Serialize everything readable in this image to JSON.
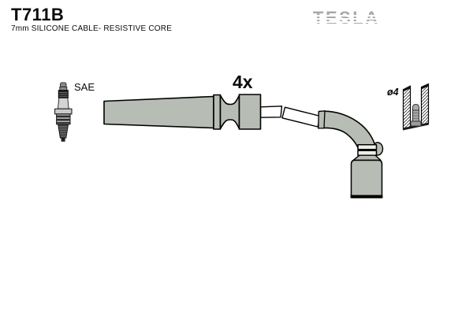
{
  "header": {
    "part_number": "T711B",
    "description": "7mm SILICONE CABLE- RESISTIVE CORE",
    "brand": "TESLA"
  },
  "diagram": {
    "spark_plug_label": "SAE",
    "quantity_label": "4x",
    "terminal_diameter_label": "ø4"
  },
  "colors": {
    "boot_gray": "#b7bcb4",
    "ring_fill": "#edeee9",
    "logo_gray": "#a9a9a9",
    "text_black": "#0a0a0a",
    "cable_white": "#ffffff",
    "plug_insulator": "#d4d4d4",
    "plug_metal": "#b9b9b9",
    "plug_dark": "#1e1e1e",
    "pin_gray": "#a8a8a8"
  }
}
